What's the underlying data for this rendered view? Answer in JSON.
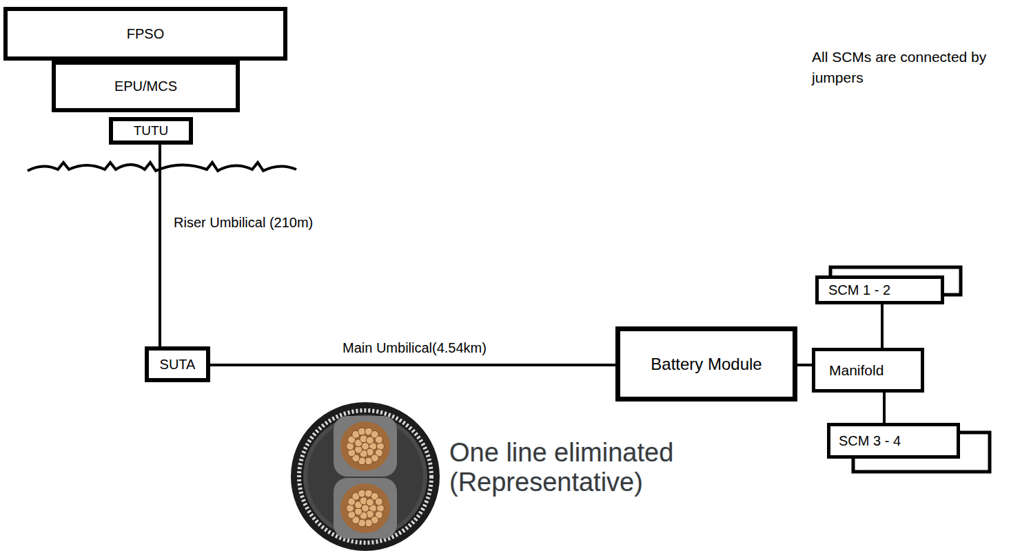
{
  "diagram": {
    "nodes": [
      {
        "text": [
          "FPSO"
        ]
      },
      {
        "text": [
          "EPU/MCS"
        ]
      },
      {
        "text": [
          "TUTU"
        ]
      },
      {
        "text": [
          "SUTA"
        ]
      },
      {
        "text": [
          "Battery Module"
        ]
      },
      {
        "text": [
          "SCM 1 - 2"
        ]
      },
      {
        "text": [
          "Manifold"
        ]
      },
      {
        "text": [
          "SCM 3 - 4"
        ]
      }
    ],
    "edges": [
      {
        "from": 2,
        "to": 3,
        "arrow": "none",
        "label": "Riser Umbilical (210m)"
      },
      {
        "from": 3,
        "to": 4,
        "arrow": "none",
        "label": "Main Umbilical(4.54km)"
      },
      {
        "from": 4,
        "to": 6,
        "arrow": "none"
      },
      {
        "from": 6,
        "to": 5,
        "arrow": "none"
      },
      {
        "from": 6,
        "to": 7,
        "arrow": "none"
      }
    ],
    "labels": [
      "All SCMs are connected by jumpers",
      "One line eliminated (Representative)"
    ]
  }
}
